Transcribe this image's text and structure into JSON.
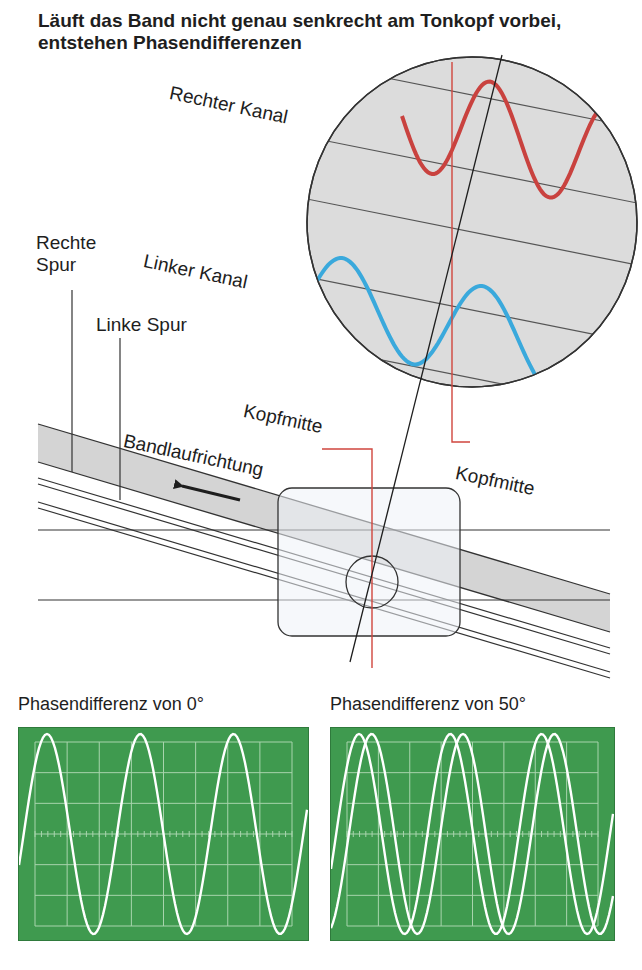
{
  "diagram": {
    "title": "Läuft das Band nicht genau senkrecht am Tonkopf vorbei, entstehen Phasendifferenzen",
    "nodes": [
      {
        "text": [
          "Phasendifferenz von 0°"
        ]
      },
      {
        "text": [
          "Phasendifferenz von 50°"
        ]
      }
    ],
    "labels": [
      "Rechter Kanal",
      "Linker Kanal",
      "Rechte Spur",
      "Linke Spur",
      "Kopfmitte",
      "Bandlaufrichtung",
      "Kopfmitte"
    ]
  }
}
